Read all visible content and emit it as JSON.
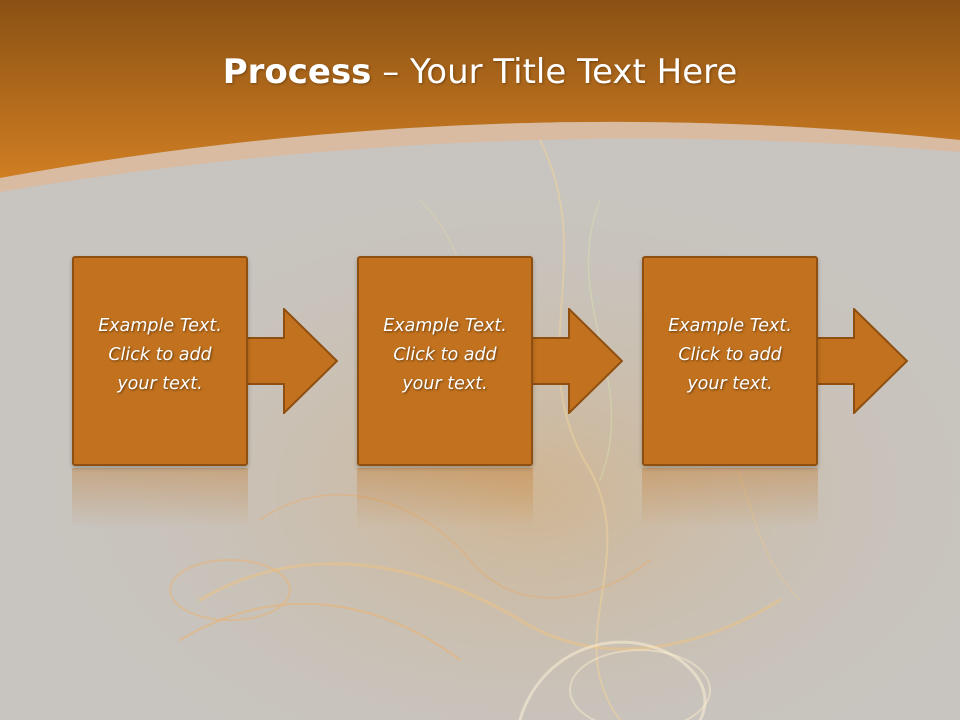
{
  "slide": {
    "title_bold": "Process",
    "title_rest": " – Your Title Text Here"
  },
  "steps": [
    {
      "text": "Example Text.\nClick  to add\nyour text."
    },
    {
      "text": "Example Text.\nClick  to add\nyour text."
    },
    {
      "text": "Example Text.\nClick  to add\nyour text."
    }
  ],
  "colors": {
    "header_orange": "#c8781f",
    "box_fill": "#c2721e",
    "box_border": "#8f4f10",
    "background_gray": "#c8c4bf"
  }
}
